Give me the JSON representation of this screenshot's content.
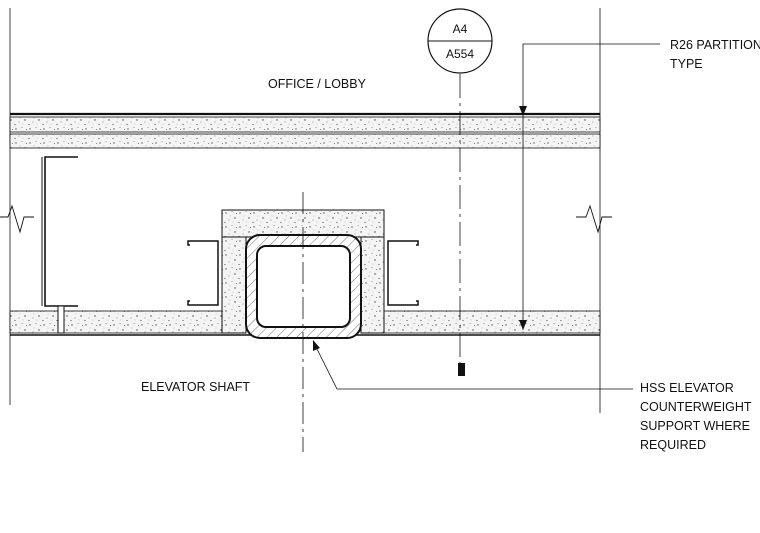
{
  "drawing": {
    "rooms": {
      "upper": "OFFICE / LOBBY",
      "lower": "ELEVATOR SHAFT"
    },
    "section_callout": {
      "detail": "A4",
      "sheet": "A554"
    },
    "notes": {
      "partition": [
        "R26 PARTITION",
        "TYPE"
      ],
      "hss": [
        "HSS ELEVATOR",
        "COUNTERWEIGHT",
        "SUPPORT WHERE",
        "REQUIRED"
      ]
    },
    "colors": {
      "line": "#111111",
      "fill_speckle": "#f2f2f2",
      "paper": "#ffffff"
    }
  }
}
